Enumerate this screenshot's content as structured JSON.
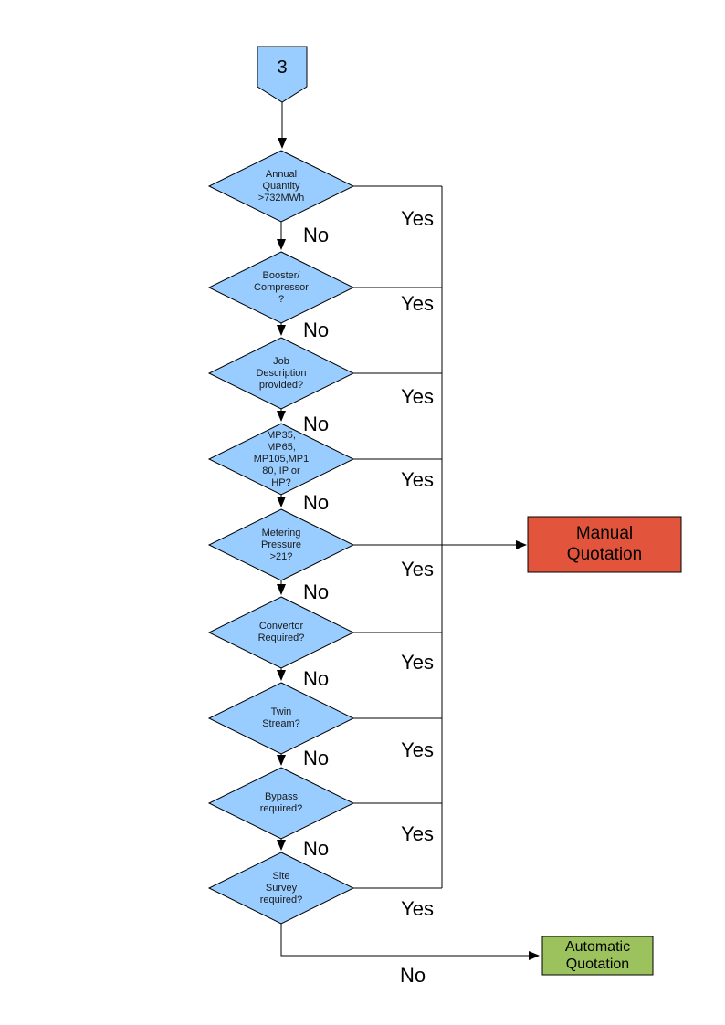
{
  "colors": {
    "decision_fill": "#99CCFF",
    "manual_fill": "#E2553C",
    "auto_fill": "#9BC25C",
    "line": "#000000"
  },
  "connector": {
    "label": "3"
  },
  "decisions": [
    {
      "label": "Annual\nQuantity\n>732MWh",
      "yes": "Yes",
      "no": "No"
    },
    {
      "label": "Booster/\nCompressor\n?",
      "yes": "Yes",
      "no": "No"
    },
    {
      "label": "Job\nDescription\nprovided?",
      "yes": "Yes",
      "no": "No"
    },
    {
      "label": "MP35,\nMP65,\nMP105,MP1\n80, IP or\nHP?",
      "yes": "Yes",
      "no": "No"
    },
    {
      "label": "Metering\nPressure\n>21?",
      "yes": "Yes",
      "no": "No"
    },
    {
      "label": "Convertor\nRequired?",
      "yes": "Yes",
      "no": "No"
    },
    {
      "label": "Twin\nStream?",
      "yes": "Yes",
      "no": "No"
    },
    {
      "label": "Bypass\nrequired?",
      "yes": "Yes",
      "no": "No"
    },
    {
      "label": "Site\nSurvey\nrequired?",
      "yes": "Yes",
      "no": "No"
    }
  ],
  "outcomes": {
    "manual": {
      "label": "Manual\nQuotation"
    },
    "automatic": {
      "label": "Automatic\nQuotation"
    }
  }
}
